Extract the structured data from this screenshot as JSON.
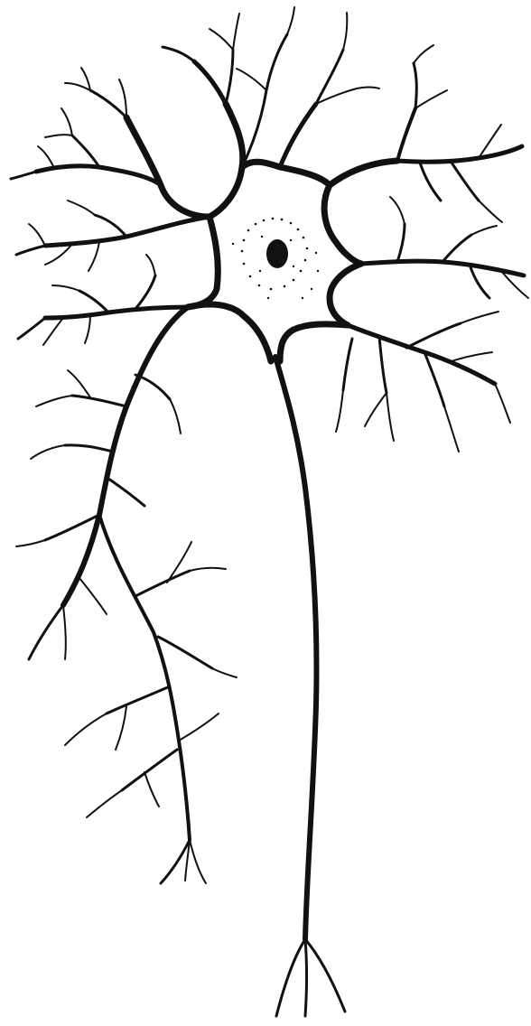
{
  "illustration": {
    "subject": "neuron",
    "style": "black ink line drawing on white background",
    "colors": {
      "ink": "#111111",
      "background": "#ffffff"
    },
    "parts": [
      "soma",
      "nucleus",
      "dendrites",
      "axon",
      "axon-terminal"
    ]
  }
}
